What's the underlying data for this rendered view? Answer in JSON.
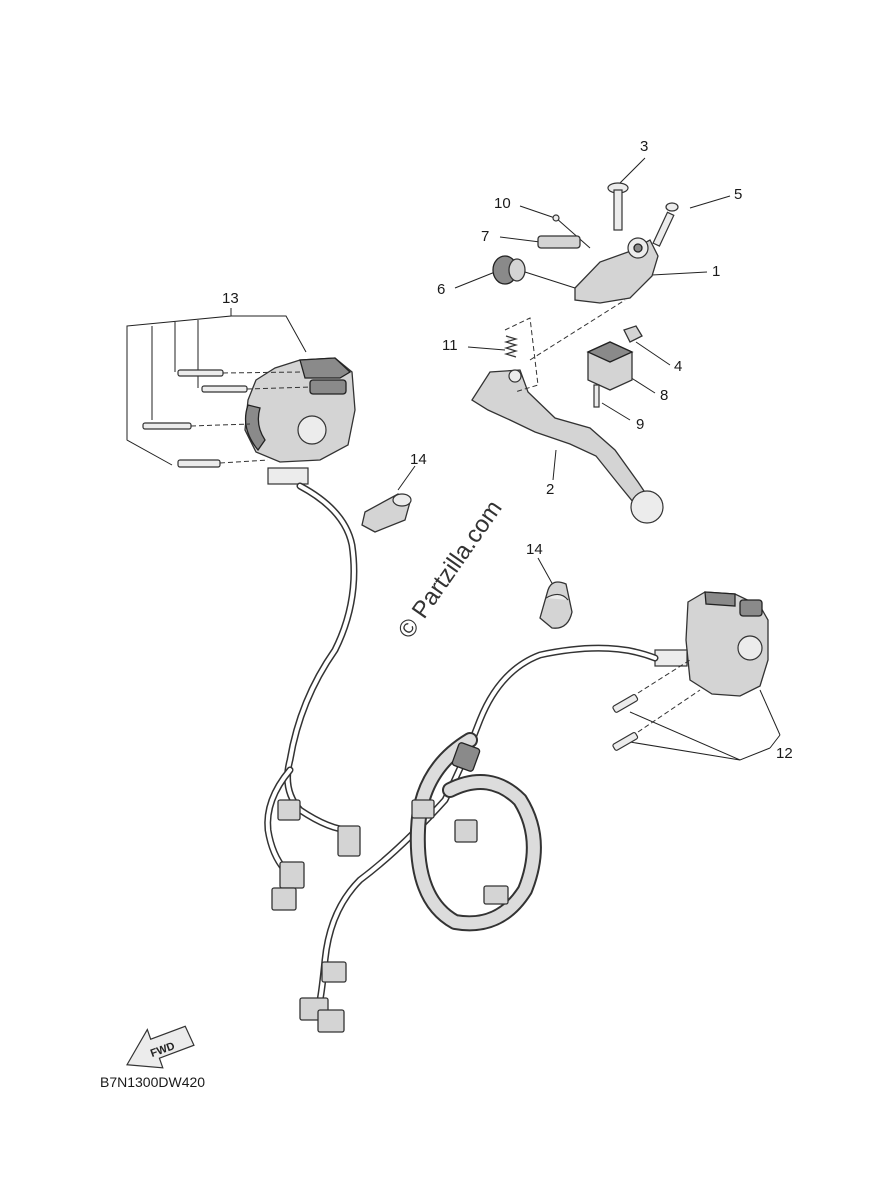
{
  "callouts": {
    "c1": "1",
    "c2": "2",
    "c3": "3",
    "c4": "4",
    "c5": "5",
    "c6": "6",
    "c7": "7",
    "c8": "8",
    "c9": "9",
    "c10": "10",
    "c11": "11",
    "c12": "12",
    "c13": "13",
    "c14a": "14",
    "c14b": "14"
  },
  "watermark": "© Partzilla.com",
  "fwd_label": "FWD",
  "diagram_code": "B7N1300DW420",
  "colors": {
    "line": "#333333",
    "fill": "#d4d4d4",
    "shade": "#8a8a8a"
  },
  "icons": [
    "fwd-arrow-icon"
  ]
}
